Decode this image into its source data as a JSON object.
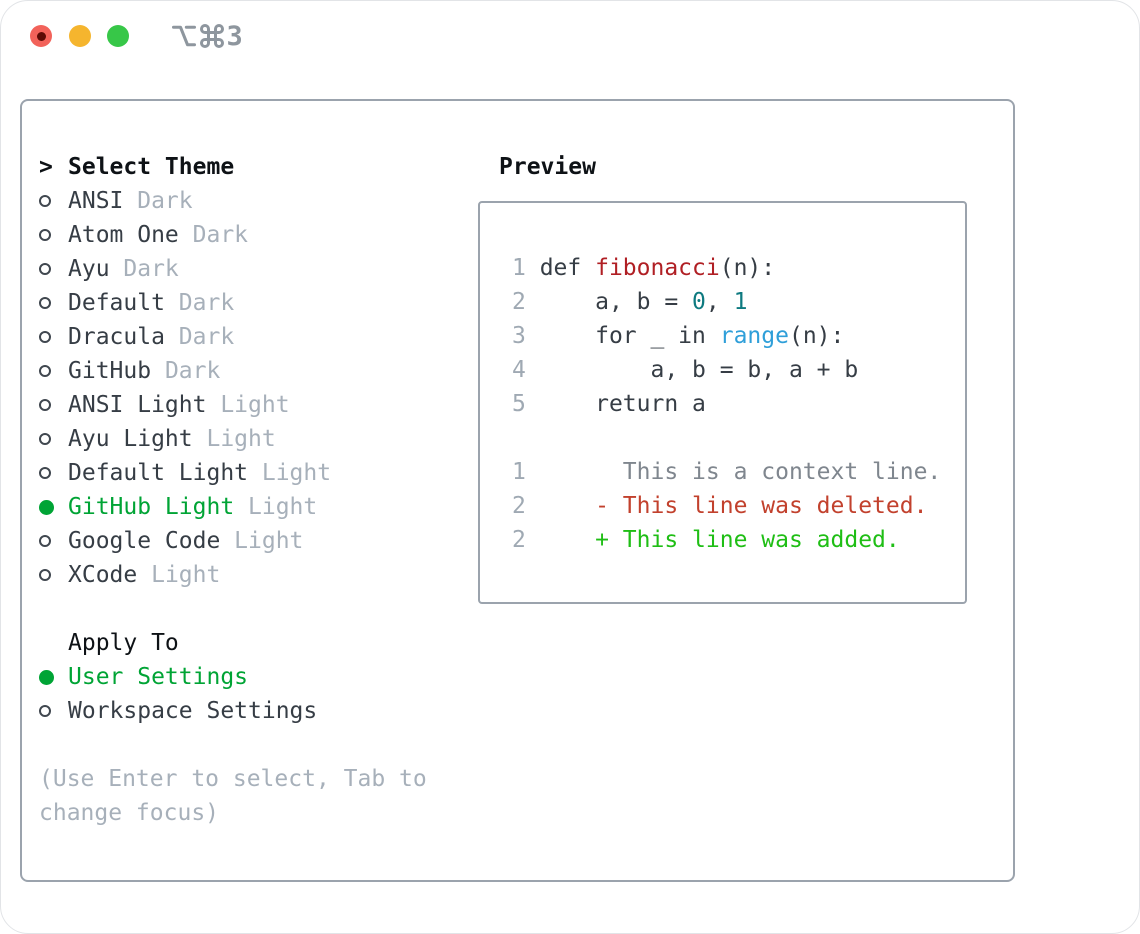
{
  "window": {
    "title": "⌥⌘3",
    "shortcut": {
      "modifiers": [
        "option",
        "command"
      ],
      "number": "3"
    }
  },
  "icons": {
    "option_icon": "⌥",
    "command_icon": "⌘",
    "radio_unselected": "○",
    "radio_selected": "●"
  },
  "theme_list": {
    "prompt": ">",
    "header": "Select Theme",
    "items": [
      {
        "label": "ANSI",
        "badge": "Dark",
        "selected": false
      },
      {
        "label": "Atom One",
        "badge": "Dark",
        "selected": false
      },
      {
        "label": "Ayu",
        "badge": "Dark",
        "selected": false
      },
      {
        "label": "Default",
        "badge": "Dark",
        "selected": false
      },
      {
        "label": "Dracula",
        "badge": "Dark",
        "selected": false
      },
      {
        "label": "GitHub",
        "badge": "Dark",
        "selected": false
      },
      {
        "label": "ANSI Light",
        "badge": "Light",
        "selected": false
      },
      {
        "label": "Ayu Light",
        "badge": "Light",
        "selected": false
      },
      {
        "label": "Default Light",
        "badge": "Light",
        "selected": false
      },
      {
        "label": "GitHub Light",
        "badge": "Light",
        "selected": true
      },
      {
        "label": "Google Code",
        "badge": "Light",
        "selected": false
      },
      {
        "label": "XCode",
        "badge": "Light",
        "selected": false
      }
    ]
  },
  "apply_to": {
    "header": "Apply To",
    "options": [
      {
        "label": "User Settings",
        "selected": true
      },
      {
        "label": "Workspace Settings",
        "selected": false
      }
    ]
  },
  "help": {
    "text": "(Use Enter to select, Tab to change focus)"
  },
  "preview": {
    "header": "Preview",
    "lines": [
      {
        "num": "1",
        "tokens": [
          {
            "c": "p",
            "t": "def "
          },
          {
            "c": "fn",
            "t": "fibonacci"
          },
          {
            "c": "p",
            "t": "(n):"
          }
        ]
      },
      {
        "num": "2",
        "tokens": [
          {
            "c": "p",
            "t": "    a, b = "
          },
          {
            "c": "num",
            "t": "0"
          },
          {
            "c": "p",
            "t": ", "
          },
          {
            "c": "num",
            "t": "1"
          }
        ]
      },
      {
        "num": "3",
        "tokens": [
          {
            "c": "p",
            "t": "    for _ in "
          },
          {
            "c": "bi",
            "t": "range"
          },
          {
            "c": "p",
            "t": "(n):"
          }
        ]
      },
      {
        "num": "4",
        "tokens": [
          {
            "c": "p",
            "t": "        a, b = b, a + b"
          }
        ]
      },
      {
        "num": "5",
        "tokens": [
          {
            "c": "p",
            "t": "    return a"
          }
        ]
      },
      {
        "num": "",
        "tokens": []
      },
      {
        "num": "1",
        "tokens": [
          {
            "c": "ctx",
            "t": "      This is a context line."
          }
        ]
      },
      {
        "num": "2",
        "tokens": [
          {
            "c": "del",
            "t": "    - This line was deleted."
          }
        ]
      },
      {
        "num": "2",
        "tokens": [
          {
            "c": "add",
            "t": "    + This line was added."
          }
        ]
      }
    ]
  },
  "colors": {
    "text": "#363d45",
    "header": "#0e1216",
    "muted": "#a7b0ba",
    "lineno": "#9fa9b3",
    "border": "#9ba3ad",
    "green": "#00a435",
    "func-red": "#b01f24",
    "num-teal": "#0e7a80",
    "builtin-blue": "#2f9fd9",
    "diff-ctx": "#7f868e",
    "diff-del": "#c2412d",
    "diff-add": "#1fbe15",
    "title-gray": "#8e969e",
    "tl-red": "#f2625a",
    "tl-red-dot": "#5c0a05",
    "tl-yellow": "#f5b52e",
    "tl-green": "#37c748"
  }
}
